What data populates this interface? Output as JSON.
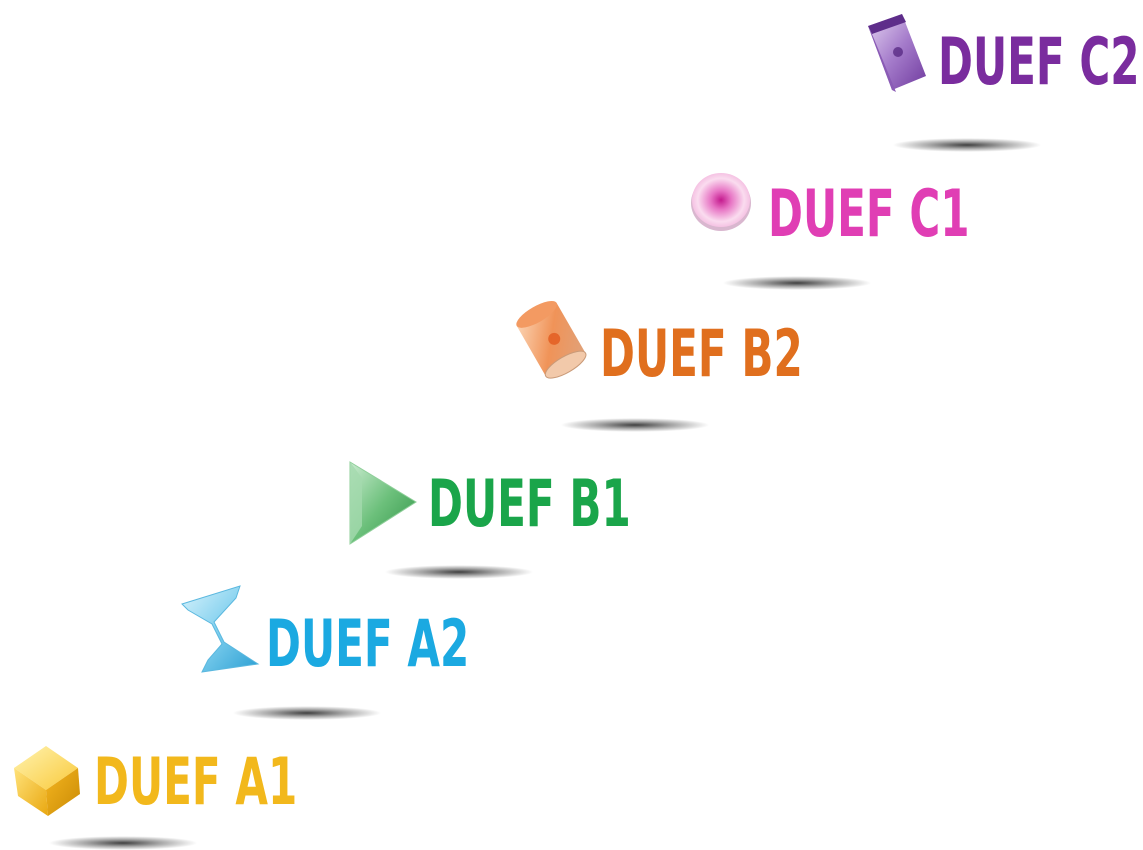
{
  "steps": [
    {
      "label": "DUEF A1",
      "color": "#F2B81C",
      "icon": "cube-icon"
    },
    {
      "label": "DUEF A2",
      "color": "#1BA9E1",
      "icon": "hourglass-icon"
    },
    {
      "label": "DUEF B1",
      "color": "#1AA54A",
      "icon": "play-triangle-icon"
    },
    {
      "label": "DUEF B2",
      "color": "#E06F1E",
      "icon": "cylinder-icon"
    },
    {
      "label": "DUEF C1",
      "color": "#E03EB4",
      "icon": "sphere-icon"
    },
    {
      "label": "DUEF C2",
      "color": "#7A2C9E",
      "icon": "box-icon"
    }
  ]
}
